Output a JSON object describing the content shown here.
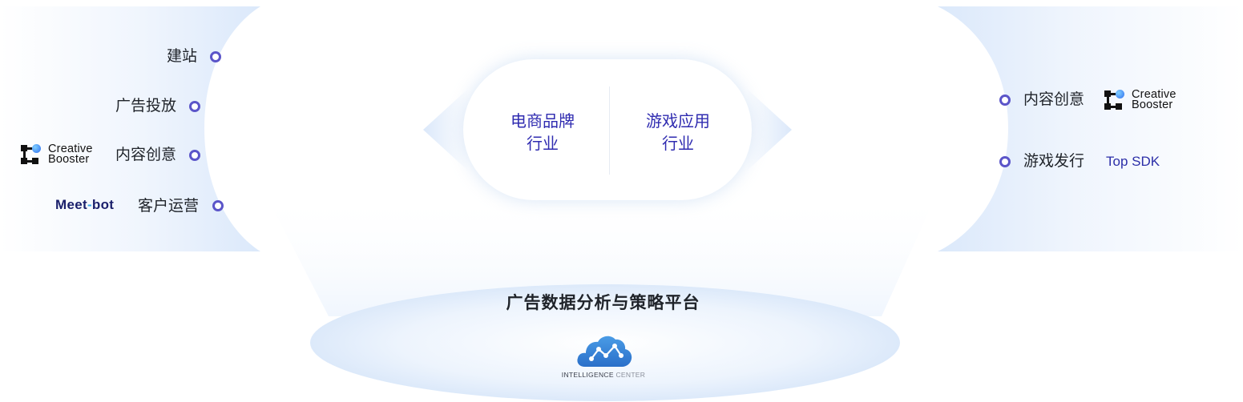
{
  "left_items": [
    {
      "label": "建站"
    },
    {
      "label": "广告投放"
    },
    {
      "label": "内容创意"
    },
    {
      "label": "客户运营"
    }
  ],
  "right_items": [
    {
      "label": "内容创意"
    },
    {
      "label": "游戏发行"
    }
  ],
  "logos": {
    "creative_booster_line1": "Creative",
    "creative_booster_line2": "Booster",
    "meetbot_part1": "Meet",
    "meetbot_dash": "-",
    "meetbot_part2": "bot",
    "top_sdk": "Top SDK"
  },
  "industries": [
    {
      "line1": "电商品牌",
      "line2": "行业"
    },
    {
      "line1": "游戏应用",
      "line2": "行业"
    }
  ],
  "platform": {
    "title": "广告数据分析与策略平台",
    "logo_text_bold": "INTELLIGENCE",
    "logo_text_light": "CENTER"
  },
  "colors": {
    "accent": "#5b55c9",
    "industry_text": "#2f2bb0",
    "glow": "#dbe9fb"
  }
}
